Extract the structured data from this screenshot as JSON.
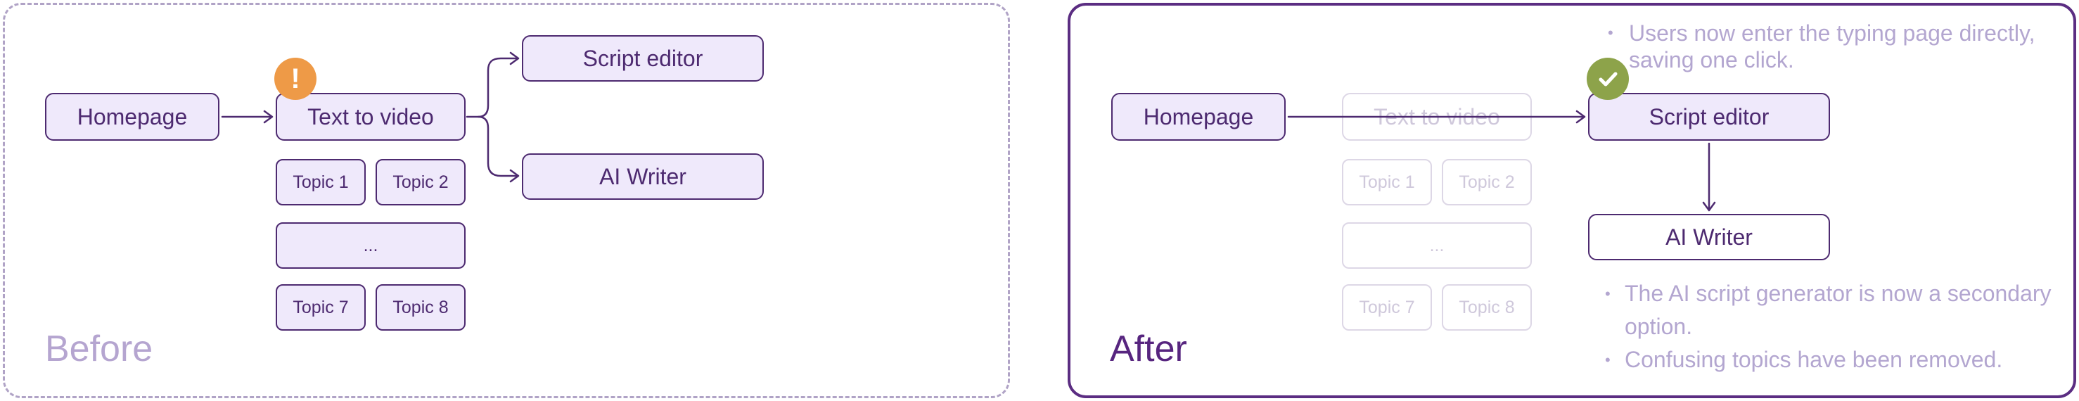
{
  "before": {
    "title": "Before",
    "nodes": {
      "homepage": "Homepage",
      "text_to_video": "Text to video",
      "script_editor": "Script editor",
      "ai_writer": "AI Writer",
      "topic_1": "Topic 1",
      "topic_2": "Topic 2",
      "ellipsis": "...",
      "topic_7": "Topic 7",
      "topic_8": "Topic 8"
    },
    "badge_icon": "exclamation-icon",
    "badge_glyph": "!"
  },
  "after": {
    "title": "After",
    "nodes": {
      "homepage": "Homepage",
      "text_to_video": "Text to video",
      "script_editor": "Script editor",
      "ai_writer": "AI Writer",
      "topic_1": "Topic 1",
      "topic_2": "Topic 2",
      "ellipsis": "...",
      "topic_7": "Topic 7",
      "topic_8": "Topic 8"
    },
    "badge_icon": "checkmark-icon",
    "notes_top": [
      "Users now enter the typing page directly, saving one click."
    ],
    "notes_bottom": [
      "The AI script generator is now a secondary option.",
      "Confusing topics have been removed."
    ]
  },
  "colors": {
    "accent": "#5b2d82",
    "node_fill": "#efe9fb",
    "faded_text": "#cfc8db",
    "warning": "#ee9a47",
    "success": "#8da34a",
    "note_text": "#b3a6d0"
  }
}
